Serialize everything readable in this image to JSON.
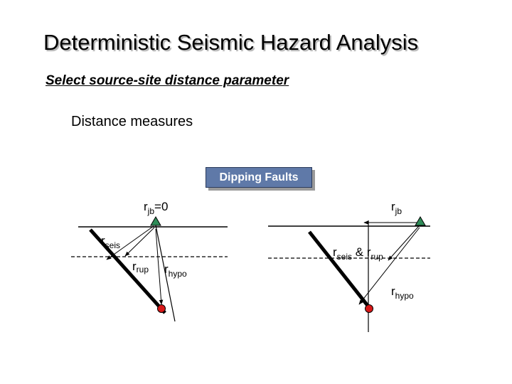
{
  "title": "Deterministic Seismic Hazard Analysis",
  "subtitle": "Select source-site distance parameter",
  "section_heading": "Distance measures",
  "badge_label": "Dipping Faults",
  "left_diagram": {
    "r_main": "r",
    "rjb_sub": "jb",
    "rjb_value": "=0",
    "rseis_main": "r",
    "rseis_sub": "seis",
    "rrup_main": "r",
    "rrup_sub": "rup",
    "rhypo_main": "r",
    "rhypo_sub": "hypo"
  },
  "right_diagram": {
    "rjb_main": "r",
    "rjb_sub": "jb",
    "rseis_main": "r",
    "rseis_sub": "seis",
    "amp": " & ",
    "rrup_main": "r",
    "rrup_sub": "rup",
    "rhypo_main": "r",
    "rhypo_sub": "hypo"
  },
  "colors": {
    "site_marker": "#2e8b57",
    "hypocenter_marker": "#d81818",
    "badge_fill": "#5f79a8"
  }
}
